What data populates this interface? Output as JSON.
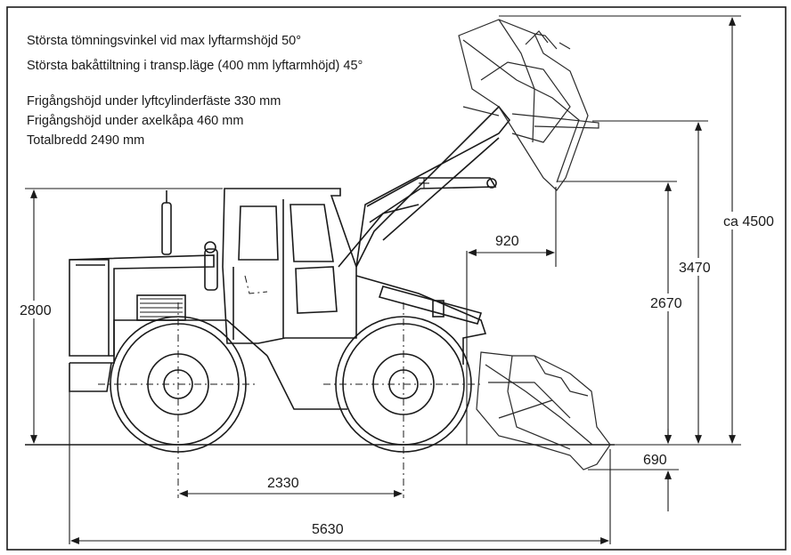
{
  "specs": [
    "Största tömningsvinkel vid max lyftarmshöjd 50°",
    "Största bakåttiltning i transp.läge (400 mm lyftarmhöjd) 45°",
    "Frigångshöjd under lyftcylinderfäste 330 mm",
    "Frigångshöjd under axelkåpa 460 mm",
    "Totalbredd 2490 mm"
  ],
  "dimensions": {
    "height_cab": "2800",
    "wheelbase": "2330",
    "length": "5630",
    "reach": "920",
    "dump_height": "2670",
    "hinge_height": "3470",
    "max_height": "ca 4500",
    "dig_depth": "690"
  }
}
